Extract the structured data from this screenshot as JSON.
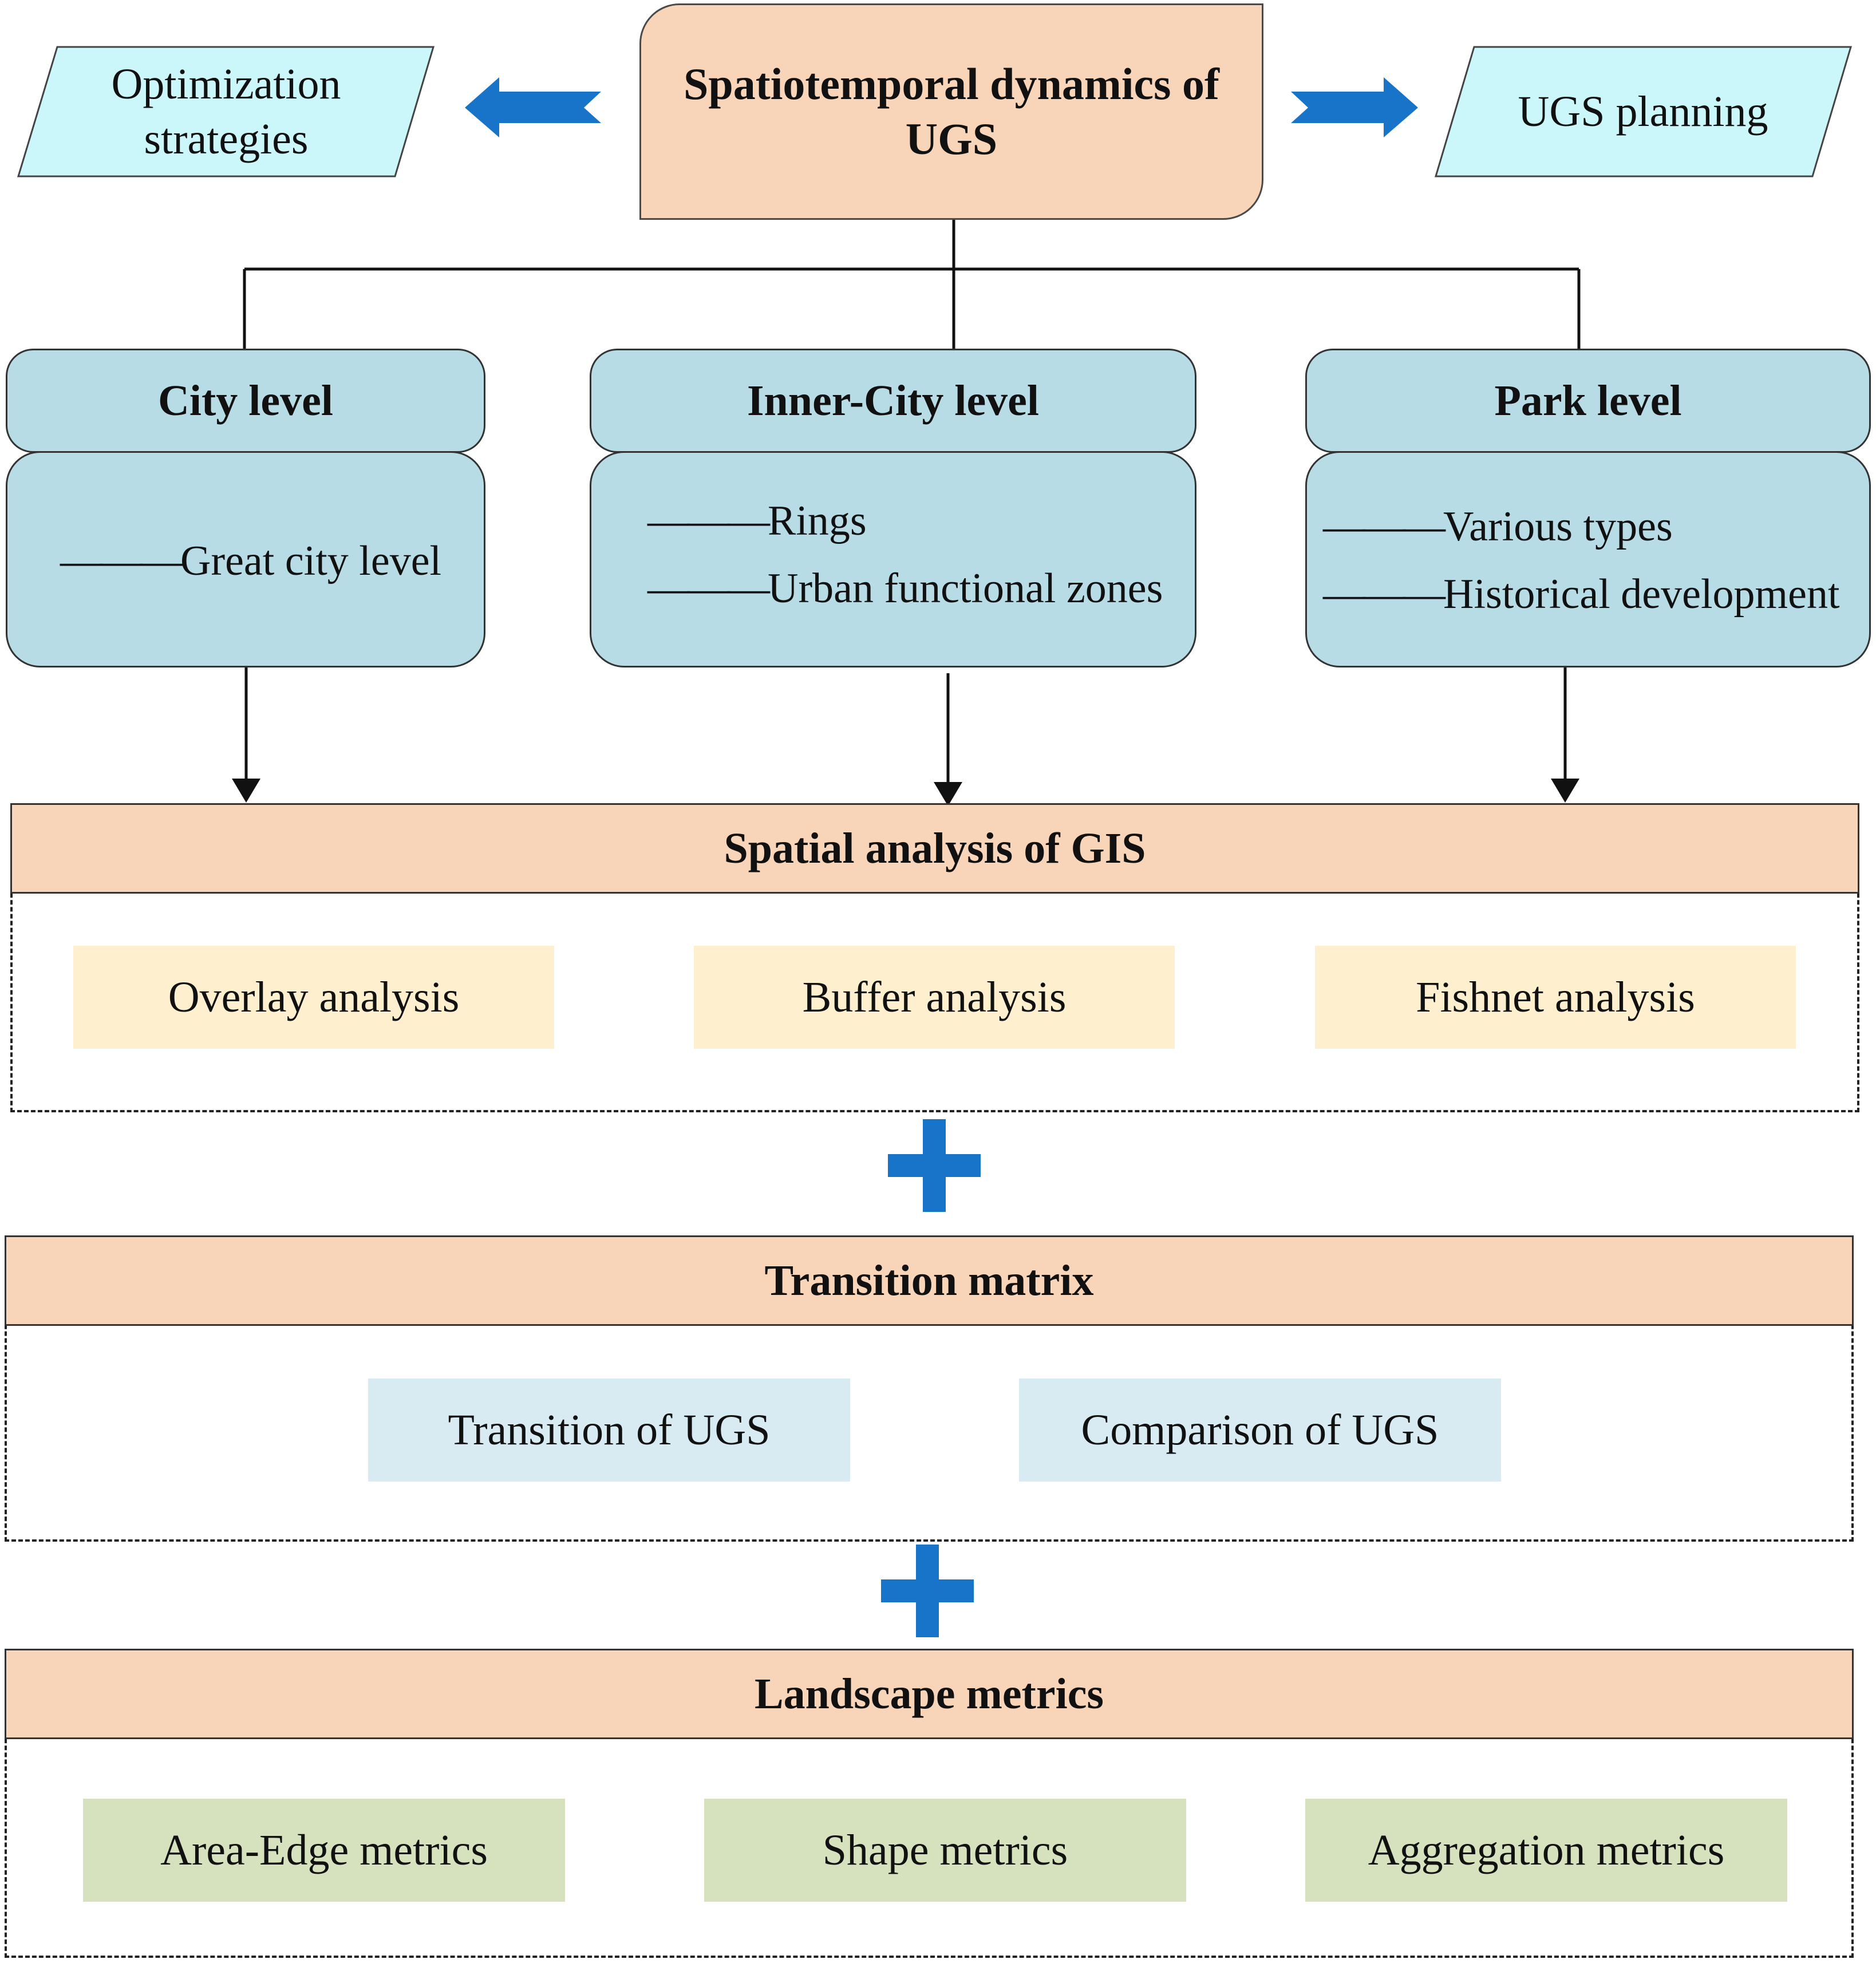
{
  "top": {
    "title": "Spatiotemporal dynamics of UGS",
    "left_box": "Optimization strategies",
    "right_box": "UGS planning"
  },
  "levels": [
    {
      "title": "City level",
      "items": [
        "Great city level"
      ]
    },
    {
      "title": "Inner-City level",
      "items": [
        "Rings",
        "Urban functional zones"
      ]
    },
    {
      "title": "Park level",
      "items": [
        "Various types",
        "Historical development"
      ]
    }
  ],
  "dash_prefix": "———",
  "sections": [
    {
      "title": "Spatial analysis of GIS",
      "chips": [
        "Overlay analysis",
        "Buffer analysis",
        "Fishnet analysis"
      ]
    },
    {
      "title": "Transition matrix",
      "chips": [
        "Transition of UGS",
        "Comparison of UGS"
      ]
    },
    {
      "title": "Landscape metrics",
      "chips": [
        "Area-Edge metrics",
        "Shape metrics",
        "Aggregation metrics"
      ]
    }
  ],
  "colors": {
    "peach": "#f8d4b8",
    "cyan": "#ccf7fa",
    "level_blue": "#b7dce6",
    "chip_yellow": "#fef0cf",
    "chip_blue": "#d8ebf2",
    "chip_green": "#d6e2be",
    "arrow_blue": "#1874c8"
  }
}
